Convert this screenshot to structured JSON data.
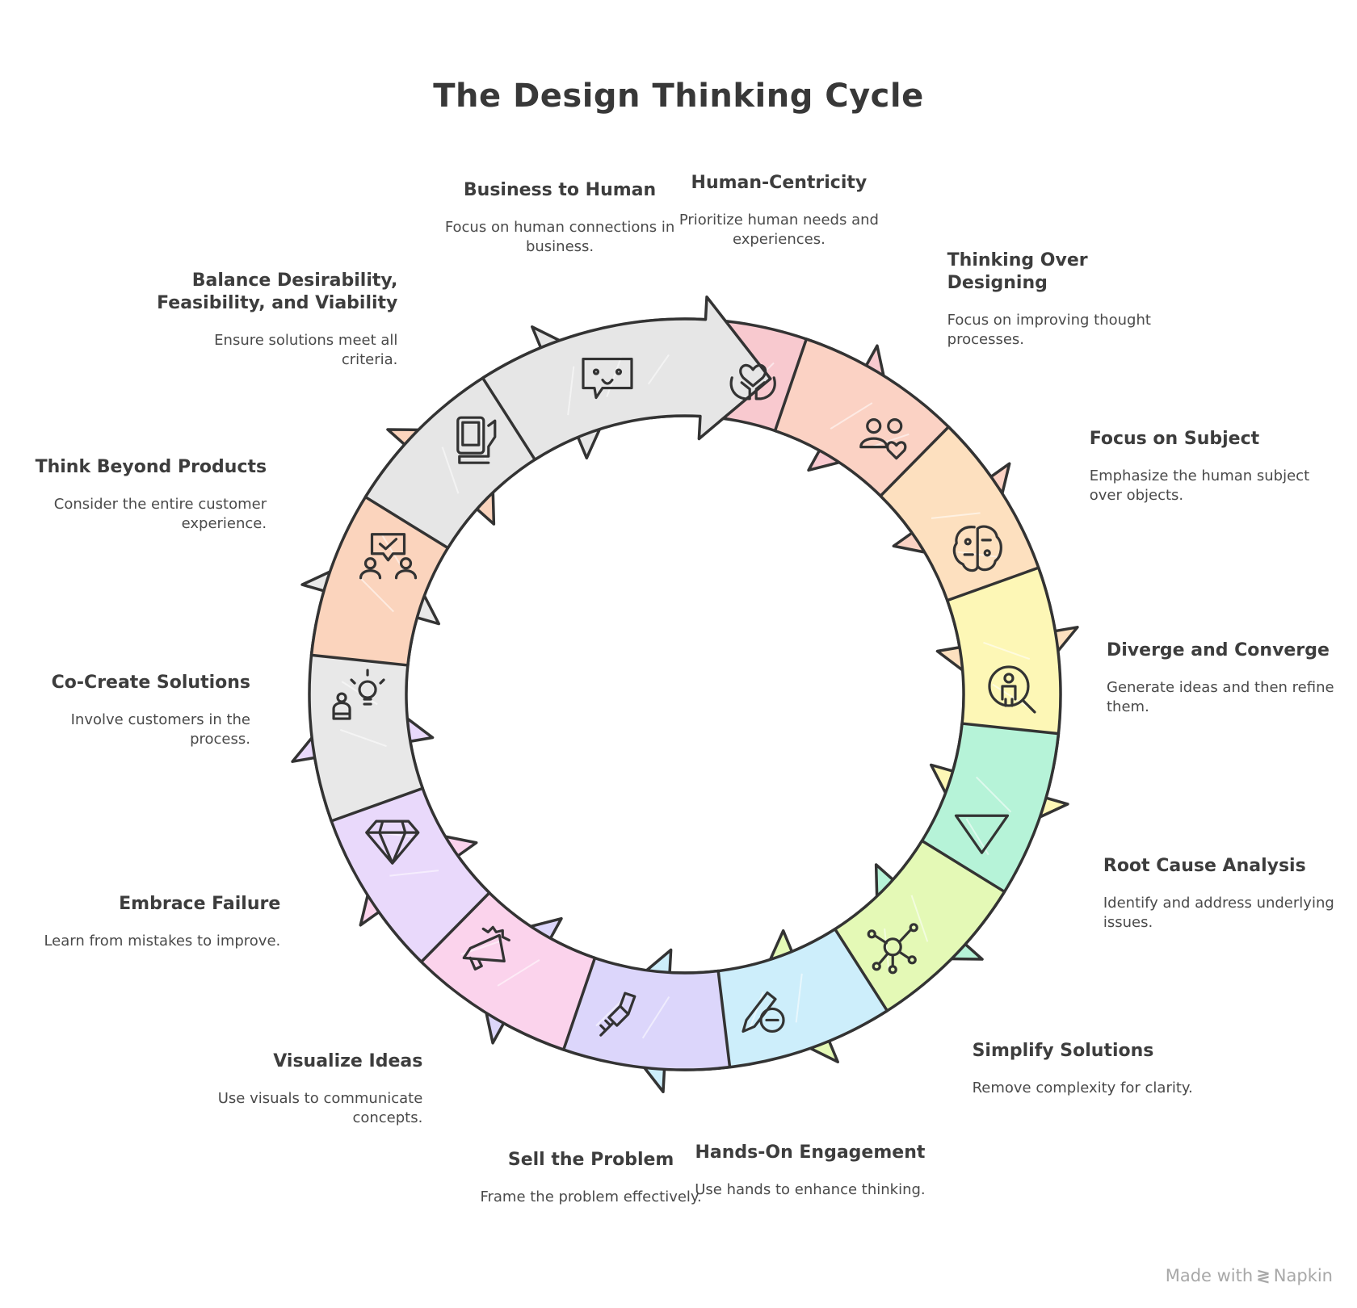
{
  "title": "The Design Thinking Cycle",
  "footer": {
    "made_with": "Made with",
    "brand": "Napkin"
  },
  "steps": [
    {
      "title": "Human-Centricity",
      "desc": "Prioritize human needs and experiences.",
      "color": "#f8c9cf",
      "icon": "hands-heart-icon"
    },
    {
      "title": "Thinking Over Designing",
      "desc": "Focus on improving thought processes.",
      "color": "#fbd2c4",
      "icon": "people-heart-icon"
    },
    {
      "title": "Focus on Subject",
      "desc": "Emphasize the human subject over objects.",
      "color": "#fde0bf",
      "icon": "brain-icon"
    },
    {
      "title": "Diverge and Converge",
      "desc": "Generate ideas and then refine them.",
      "color": "#fdf7b6",
      "icon": "person-magnifier-icon"
    },
    {
      "title": "Root Cause Analysis",
      "desc": "Identify and address underlying issues.",
      "color": "#b6f3d8",
      "icon": "funnel-triangle-icon"
    },
    {
      "title": "Simplify Solutions",
      "desc": "Remove complexity for clarity.",
      "color": "#e4f9b6",
      "icon": "network-hub-icon"
    },
    {
      "title": "Hands-On Engagement",
      "desc": "Use hands to enhance thinking.",
      "color": "#cdeefb",
      "icon": "pencil-minus-icon"
    },
    {
      "title": "Sell the Problem",
      "desc": "Frame the problem effectively.",
      "color": "#dcd6fb",
      "icon": "hand-tool-icon"
    },
    {
      "title": "Visualize Ideas",
      "desc": "Use visuals to communicate concepts.",
      "color": "#fbd3ec",
      "icon": "megaphone-icon"
    },
    {
      "title": "Embrace Failure",
      "desc": "Learn from mistakes to improve.",
      "color": "#e9d9fb",
      "icon": "diamond-icon"
    },
    {
      "title": "Co-Create Solutions",
      "desc": "Involve customers in the process.",
      "color": "#e8e8e8",
      "icon": "robot-lightbulb-icon"
    },
    {
      "title": "Think Beyond Products",
      "desc": "Consider the entire customer experience.",
      "color": "#fbd4bd",
      "icon": "presentation-people-icon"
    },
    {
      "title": "Balance Desirability, Feasibility, and Viability",
      "desc": "Ensure solutions meet all criteria.",
      "color": "#e6e6e6",
      "icon": "tablet-hand-icon"
    },
    {
      "title": "Business to Human",
      "desc": "Focus on human connections in business.",
      "color": "#e6e6e6",
      "icon": "chat-smile-icon"
    }
  ]
}
